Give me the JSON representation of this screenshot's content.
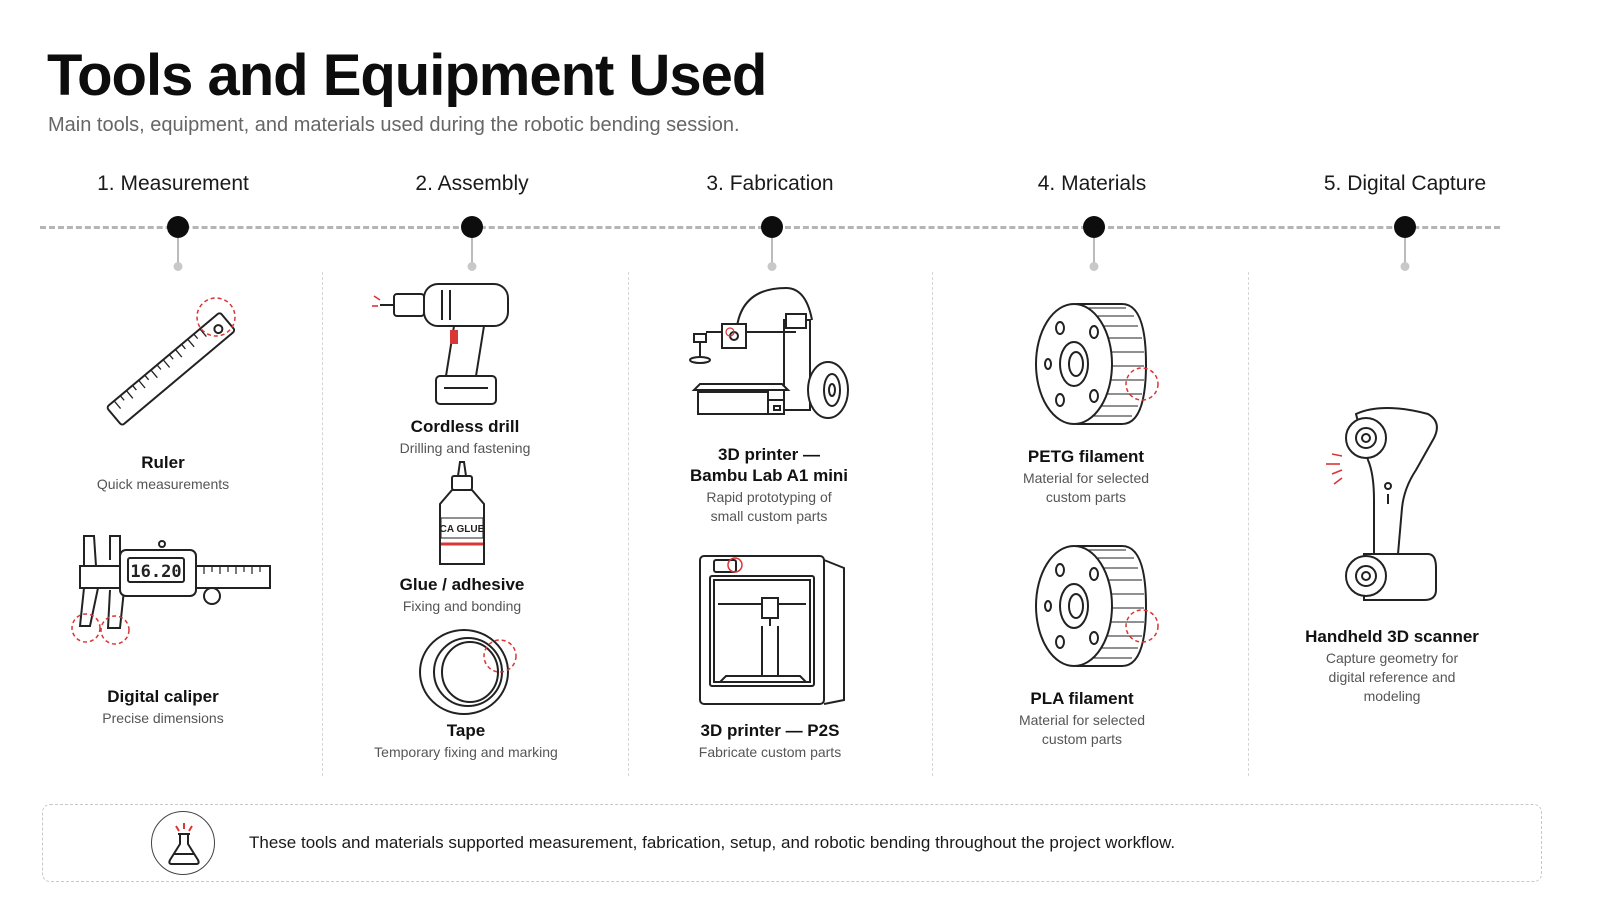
{
  "header": {
    "title": "Tools and Equipment Used",
    "subtitle": "Main tools, equipment, and materials used during the robotic bending session."
  },
  "stages": [
    {
      "label": "1. Measurement"
    },
    {
      "label": "2. Assembly"
    },
    {
      "label": "3. Fabrication"
    },
    {
      "label": "4. Materials"
    },
    {
      "label": "5. Digital Capture"
    }
  ],
  "items": {
    "ruler": {
      "name": "Ruler",
      "desc": "Quick measurements"
    },
    "caliper": {
      "name": "Digital caliper",
      "desc": "Precise dimensions",
      "display": "16.20"
    },
    "drill": {
      "name": "Cordless drill",
      "desc": "Drilling and fastening"
    },
    "glue": {
      "name": "Glue / adhesive",
      "desc": "Fixing and bonding",
      "bottle_label": "CA GLUE"
    },
    "tape": {
      "name": "Tape",
      "desc": "Temporary fixing and marking"
    },
    "a1mini": {
      "name_line1": "3D printer —",
      "name_line2": "Bambu Lab A1 mini",
      "desc_line1": "Rapid prototyping of",
      "desc_line2": "small custom parts"
    },
    "p2s": {
      "name": "3D printer — P2S",
      "desc": "Fabricate custom parts"
    },
    "petg": {
      "name": "PETG filament",
      "desc_line1": "Material for selected",
      "desc_line2": "custom parts"
    },
    "pla": {
      "name": "PLA filament",
      "desc_line1": "Material for selected",
      "desc_line2": "custom parts"
    },
    "scanner": {
      "name": "Handheld 3D scanner",
      "desc_line1": "Capture geometry for",
      "desc_line2": "digital reference and",
      "desc_line3": "modeling"
    }
  },
  "footer": {
    "text": "These tools and materials supported measurement, fabrication, setup, and robotic bending throughout the project workflow.",
    "icon": "flask-icon"
  },
  "colors": {
    "accent": "#d93636",
    "ink": "#222222",
    "timeline": "#b5b5b5"
  }
}
